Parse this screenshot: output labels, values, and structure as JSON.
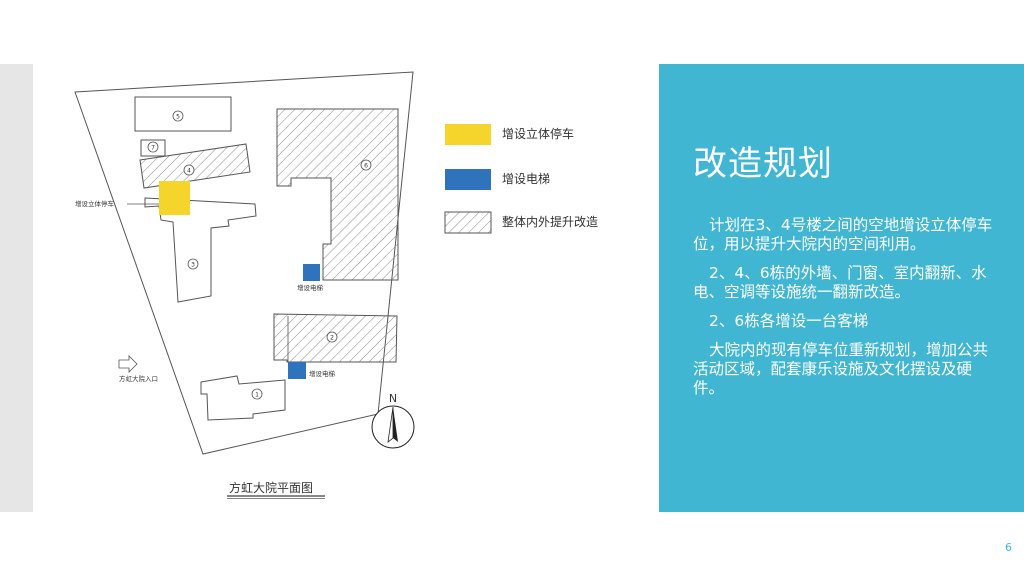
{
  "plan": {
    "caption": "方虹大院平面图",
    "buildings": {
      "b1": "1",
      "b2": "2",
      "b3": "3",
      "b4": "4",
      "b5": "5",
      "b6": "6",
      "b7": "7"
    },
    "labels": {
      "parking": "增设立体停车",
      "elevator_6": "增设电梯",
      "elevator_2": "增设电梯",
      "entrance": "方虹大院入口"
    },
    "north": "N"
  },
  "legend": [
    {
      "label": "增设立体停车",
      "color": "#f5d52c"
    },
    {
      "label": "增设电梯",
      "color": "#2f73bd"
    },
    {
      "label": "整体内外提升改造",
      "pattern": "hatch"
    }
  ],
  "panel": {
    "title": "改造规划",
    "paragraphs": [
      "计划在3、4号楼之间的空地增设立体停车位，用以提升大院内的空间利用。",
      "2、4、6栋的外墙、门窗、室内翻新、水电、空调等设施统一翻新改造。",
      "2、6栋各增设一台客梯",
      "大院内的现有停车位重新规划，增加公共活动区域，配套康乐设施及文化摆设及硬件。"
    ],
    "accent_color": "#41b6d3"
  },
  "page_number": "6"
}
